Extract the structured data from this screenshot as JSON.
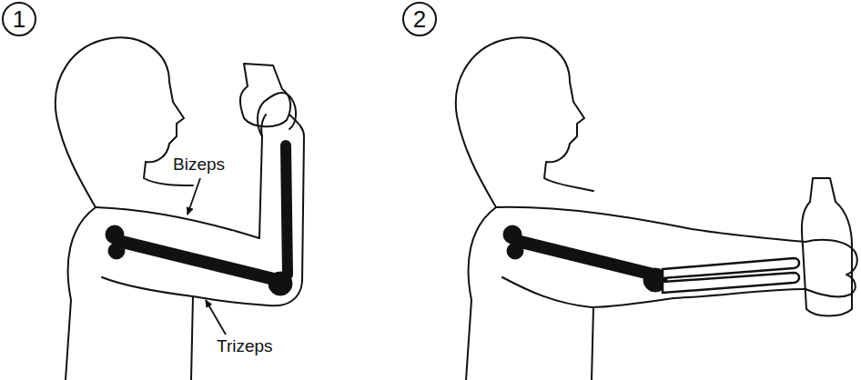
{
  "diagram": {
    "nodes": [
      {
        "text": [
          "1"
        ]
      },
      {
        "text": [
          "2"
        ]
      }
    ],
    "labels": [
      "Bizeps",
      "Trizeps"
    ]
  }
}
